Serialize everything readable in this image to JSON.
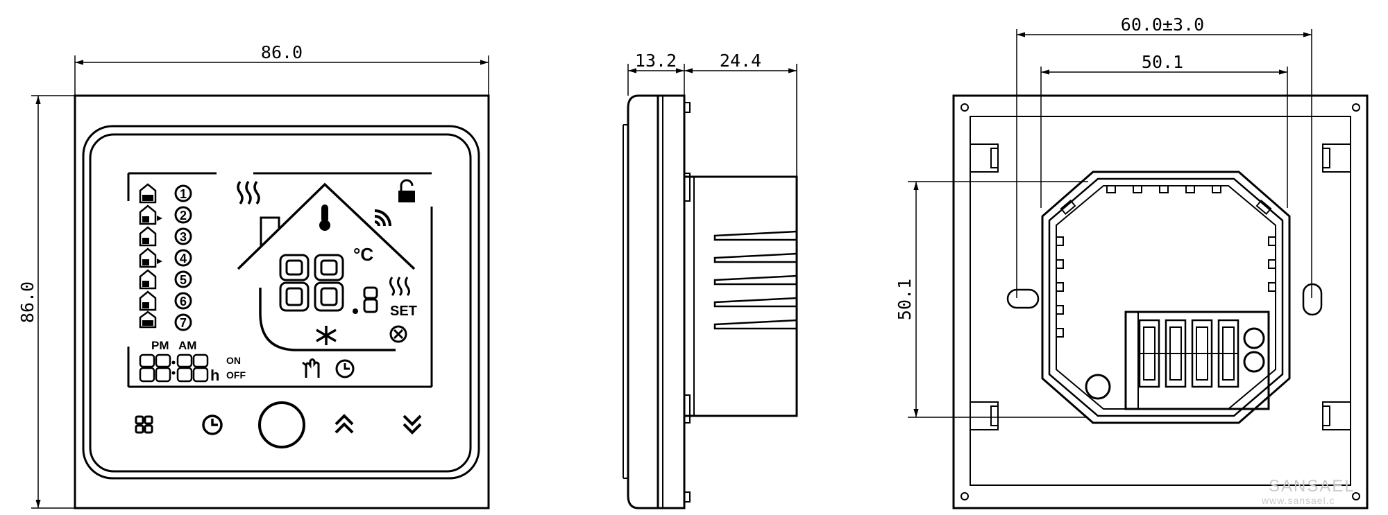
{
  "front": {
    "width_dim": "86.0",
    "height_dim": "86.0",
    "lcd": {
      "am": "AM",
      "pm": "PM",
      "on": "ON",
      "off": "OFF",
      "hour_unit": "h",
      "set": "SET",
      "celsius": "°C",
      "program_numbers": [
        "1",
        "2",
        "3",
        "4",
        "5",
        "6",
        "7"
      ]
    },
    "icons": [
      "menu-grid-icon",
      "clock-icon",
      "power-button",
      "up-chevron-icon",
      "down-chevron-icon"
    ]
  },
  "side": {
    "depth_front_dim": "13.2",
    "depth_back_dim": "24.4"
  },
  "back": {
    "outer_hole_spacing_dim": "60.0±3.0",
    "inner_hole_spacing_dim": "50.1",
    "vertical_spacing_dim": "50.1"
  },
  "watermark": {
    "brand": "SANSAEL",
    "url": "www.sansael.c"
  }
}
